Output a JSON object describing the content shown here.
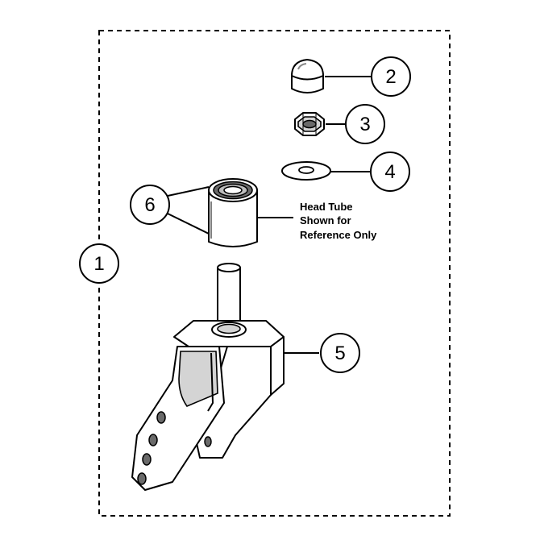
{
  "callouts": [
    {
      "id": "assembly",
      "label": "1"
    },
    {
      "id": "cap-nut",
      "label": "2"
    },
    {
      "id": "lock-nut",
      "label": "3"
    },
    {
      "id": "washer",
      "label": "4"
    },
    {
      "id": "fork-spindle",
      "label": "5"
    },
    {
      "id": "bearing",
      "label": "6"
    }
  ],
  "note": {
    "line1": "Head Tube",
    "line2": "Shown for",
    "line3": "Reference Only"
  }
}
